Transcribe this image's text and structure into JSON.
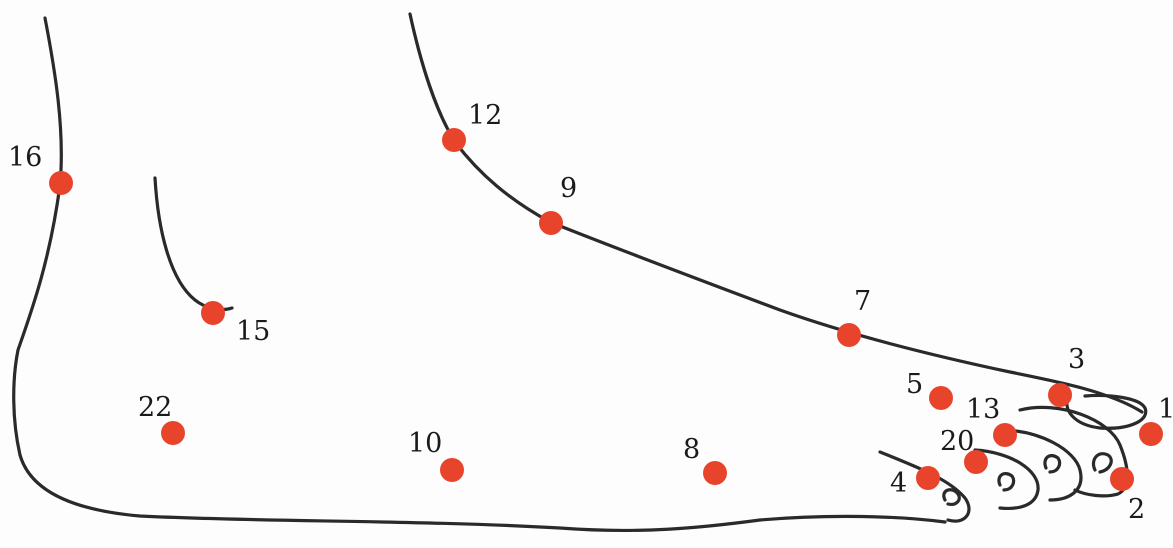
{
  "diagram": {
    "dot_color": "#e8442c",
    "outline_color": "#2a2a2a",
    "sensors": [
      {
        "id": "1",
        "label": "1"
      },
      {
        "id": "2",
        "label": "2"
      },
      {
        "id": "3",
        "label": "3"
      },
      {
        "id": "4",
        "label": "4"
      },
      {
        "id": "5",
        "label": "5"
      },
      {
        "id": "7",
        "label": "7"
      },
      {
        "id": "8",
        "label": "8"
      },
      {
        "id": "9",
        "label": "9"
      },
      {
        "id": "10",
        "label": "10"
      },
      {
        "id": "12",
        "label": "12"
      },
      {
        "id": "13",
        "label": "13"
      },
      {
        "id": "15",
        "label": "15"
      },
      {
        "id": "16",
        "label": "16"
      },
      {
        "id": "20",
        "label": "20"
      },
      {
        "id": "22",
        "label": "22"
      }
    ]
  }
}
